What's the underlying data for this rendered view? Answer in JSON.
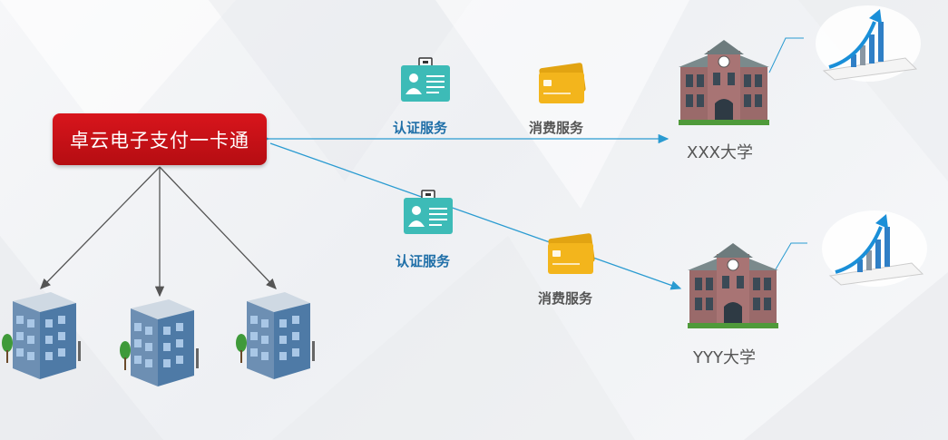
{
  "main_node": {
    "label": "卓云电子支付一卡通"
  },
  "services": {
    "auth_1": "认证服务",
    "pay_1": "消费服务",
    "auth_2": "认证服务",
    "pay_2": "消费服务"
  },
  "universities": {
    "xxx": "XXX大学",
    "yyy": "YYY大学"
  },
  "colors": {
    "main_red": "#c8121a",
    "connector_blue": "#2a9bd1",
    "auth_blue": "#1f6fa8",
    "icon_teal": "#3dbbb7",
    "card_yellow": "#f3b51c"
  }
}
